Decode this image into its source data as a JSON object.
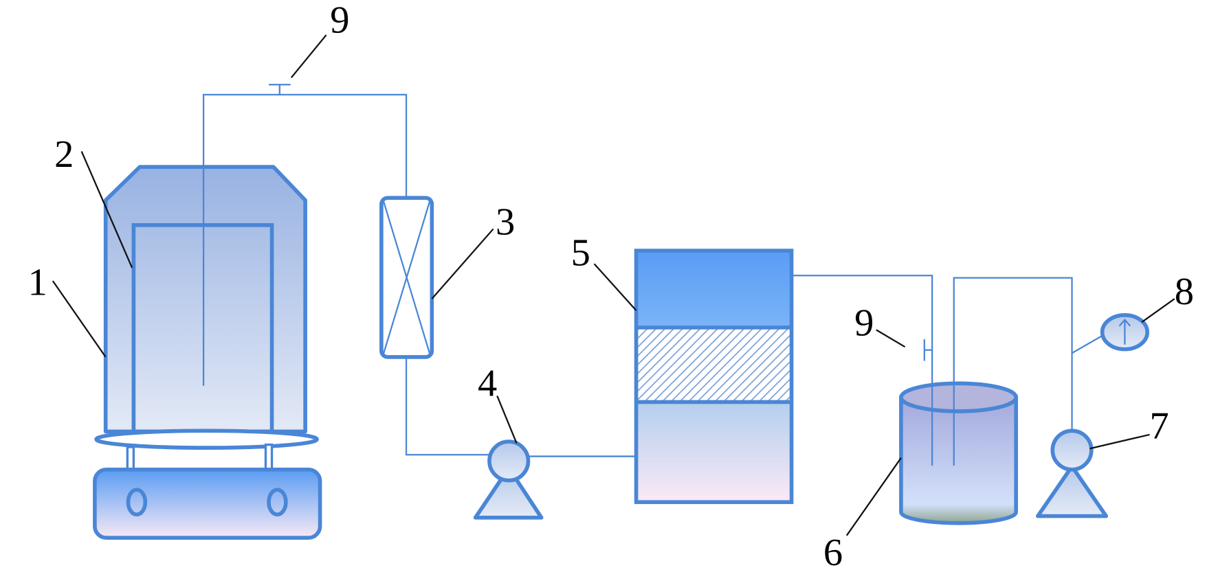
{
  "diagram": {
    "labels": {
      "vessel_outer": "1",
      "vessel_inner": "2",
      "column": "3",
      "pump_a": "4",
      "reactor_column": "5",
      "collection_vessel": "6",
      "pump_b": "7",
      "gauge": "8",
      "valve_top": "9",
      "valve_mid": "9"
    },
    "colors": {
      "line": "#4a86d6",
      "fill_dark": "#9db5e3",
      "fill_light": "#e2e8f6",
      "column_top": "#5a9cf6"
    }
  }
}
